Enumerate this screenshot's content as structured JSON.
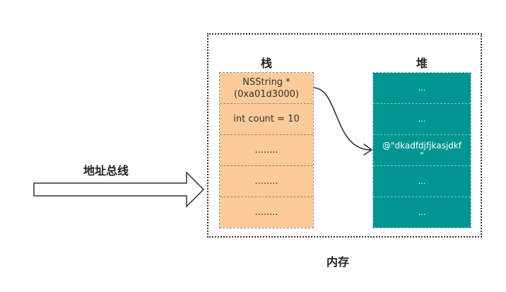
{
  "memory": {
    "label": "内存"
  },
  "stack": {
    "title": "栈",
    "cells": [
      {
        "line1": "NSString *",
        "line2": "(0xa01d3000)"
      },
      {
        "text": "int count = 10"
      },
      {
        "text": "........"
      },
      {
        "text": "........"
      },
      {
        "text": "........"
      }
    ]
  },
  "heap": {
    "title": "堆",
    "cells": [
      {
        "text": "..."
      },
      {
        "text": "..."
      },
      {
        "line1": "@\"dkadfdjfjkasjdkf",
        "line2": "\""
      },
      {
        "text": "..."
      },
      {
        "text": "..."
      }
    ]
  },
  "address_bus": {
    "label": "地址总线"
  },
  "colors": {
    "stack_fill": "#fbcb99",
    "heap_fill": "#009590",
    "text": "#222222"
  }
}
